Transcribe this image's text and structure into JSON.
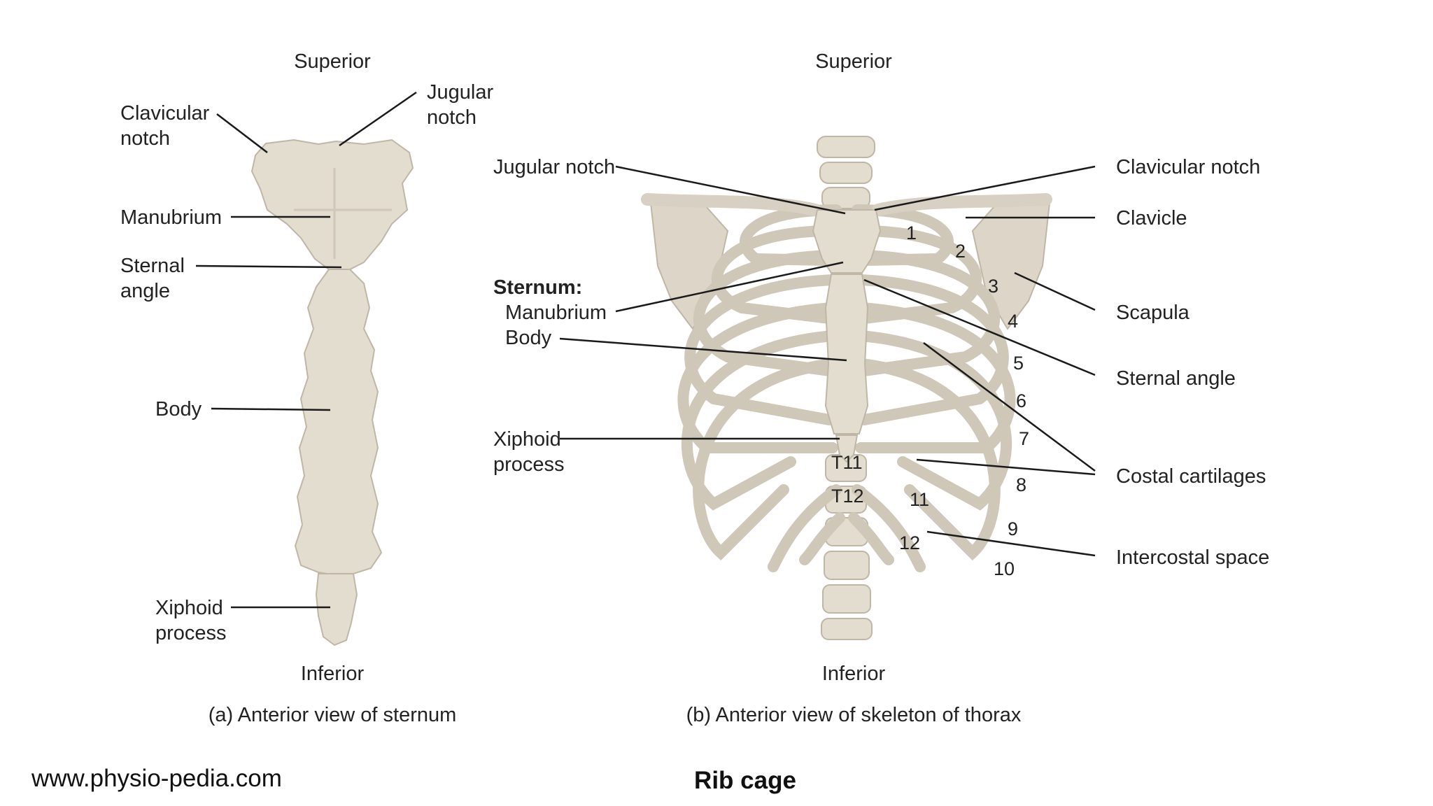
{
  "panel_a": {
    "superior": "Superior",
    "inferior": "Inferior",
    "caption": "(a) Anterior view of sternum",
    "labels": {
      "clavicular_notch": [
        "Clavicular",
        "notch"
      ],
      "jugular_notch": [
        "Jugular",
        "notch"
      ],
      "manubrium": "Manubrium",
      "sternal_angle": [
        "Sternal",
        "angle"
      ],
      "body": "Body",
      "xiphoid_process": [
        "Xiphoid",
        "process"
      ]
    }
  },
  "panel_b": {
    "superior": "Superior",
    "inferior": "Inferior",
    "caption": "(b) Anterior view of skeleton of thorax",
    "labels": {
      "jugular_notch": "Jugular notch",
      "sternum_heading": "Sternum:",
      "manubrium": "Manubrium",
      "body": "Body",
      "xiphoid_process": [
        "Xiphoid",
        "process"
      ],
      "clavicular_notch": "Clavicular notch",
      "clavicle": "Clavicle",
      "scapula": "Scapula",
      "sternal_angle": "Sternal angle",
      "costal_cartilages": "Costal cartilages",
      "intercostal_space": "Intercostal space"
    },
    "rib_numbers": [
      "1",
      "2",
      "3",
      "4",
      "5",
      "6",
      "7",
      "8",
      "9",
      "10",
      "11",
      "12"
    ],
    "vertebrae": [
      "T11",
      "T12"
    ]
  },
  "footer": {
    "source": "www.physio-pedia.com",
    "title": "Rib cage"
  },
  "colors": {
    "bone": "#e3ddd0",
    "bone_edge": "#bfb6a6",
    "shadow": "#cfc7b8",
    "line": "#1a1a1a"
  }
}
